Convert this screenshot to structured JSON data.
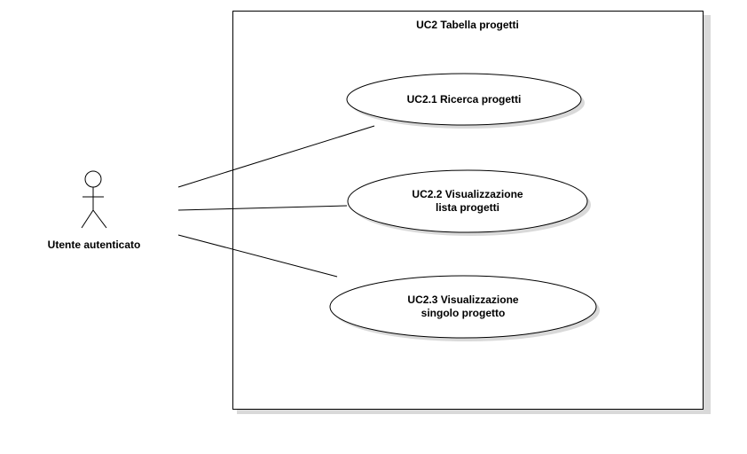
{
  "system": {
    "title": "UC2 Tabella progetti"
  },
  "actor": {
    "label": "Utente autenticato"
  },
  "use_cases": [
    {
      "id": "uc2-1",
      "lines": [
        "UC2.1 Ricerca progetti"
      ]
    },
    {
      "id": "uc2-2",
      "lines": [
        "UC2.2 Visualizzazione",
        "lista progetti"
      ]
    },
    {
      "id": "uc2-3",
      "lines": [
        "UC2.3 Visualizzazione",
        "singolo progetto"
      ]
    }
  ],
  "colors": {
    "stroke": "#000000",
    "shadow": "#d9d9d9",
    "fill": "#ffffff"
  }
}
